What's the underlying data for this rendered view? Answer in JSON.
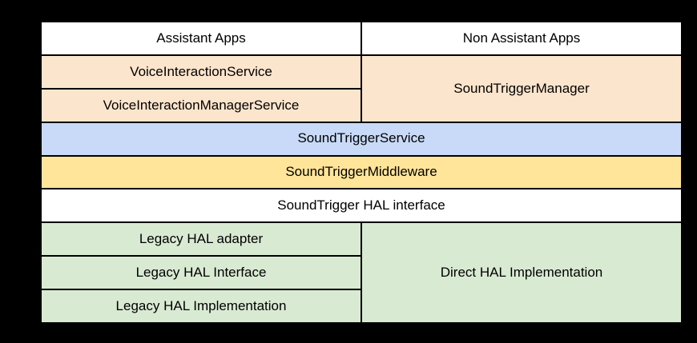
{
  "stack": {
    "apps": {
      "assistant": "Assistant Apps",
      "non_assistant": "Non Assistant Apps"
    },
    "framework": {
      "voice_interaction_service": "VoiceInteractionService",
      "voice_interaction_manager_service": "VoiceInteractionManagerService",
      "sound_trigger_manager": "SoundTriggerManager"
    },
    "system_service": "SoundTriggerService",
    "middleware": "SoundTriggerMiddleware",
    "hal_interface": "SoundTrigger HAL interface",
    "hal": {
      "legacy_adapter": "Legacy HAL adapter",
      "legacy_interface": "Legacy HAL Interface",
      "legacy_implementation": "Legacy HAL Implementation",
      "direct_implementation": "Direct HAL Implementation"
    }
  },
  "colors": {
    "background": "#000000",
    "grid_lines": "#000000",
    "text": "#000000",
    "apps_layer": "#ffffff",
    "framework_layer": "#fce5cd",
    "service_layer": "#c9daf8",
    "middleware_layer": "#ffe599",
    "hal_interface_layer": "#ffffff",
    "hal_layer": "#d9ead3"
  }
}
